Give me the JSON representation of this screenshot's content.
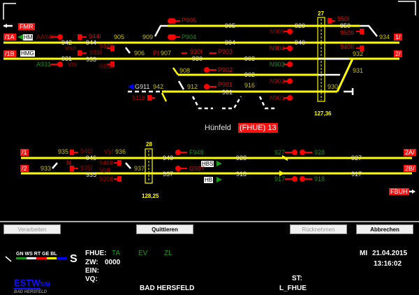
{
  "station": {
    "name": "Hünfeld",
    "code": "(FHUE) 13",
    "km_27": "127,36",
    "km_28": "128,25",
    "bridge_27": "27",
    "bridge_28": "28"
  },
  "boxes": {
    "fmr": "FMR",
    "t1a": "/1A",
    "t1b": "/1B",
    "t1r": "1/",
    "t2r": "2/",
    "l1": "/1",
    "l2": "/2",
    "t2a": "2A/",
    "t2b": "2B/",
    "fbuh": "FBUH"
  },
  "tags": {
    "hm": "HM",
    "hmg": "HMG",
    "hbs": "HBS",
    "hb": "HB"
  },
  "labels": {
    "aa942": "AA942",
    "s944i": "944I",
    "sw905": "905",
    "sw909": "909",
    "p905": "P905",
    "p904": "P904",
    "t942": "942",
    "t944": "944",
    "t905": "905",
    "t929": "929",
    "t950": "950",
    "sw934": "934",
    "vnii": "VnII",
    "s944ii": "944II",
    "s933i": "933I",
    "sw906": "906",
    "pi": "PI",
    "sw907": "907",
    "s930i": "930I",
    "p903": "P903",
    "n905": "N905",
    "s950i": "950I",
    "s950ii": "950II",
    "n904": "N904",
    "s940ii": "940II",
    "sw932": "932",
    "t904": "904",
    "t940": "940",
    "t931": "931",
    "t933": "933",
    "t930": "930",
    "t903": "903",
    "a931": "A931",
    "vni": "VnI",
    "s933ii": "933II",
    "n903": "N903",
    "sw908": "908",
    "p902": "P902",
    "t902": "902",
    "sw931": "931",
    "n902": "N902",
    "g911": "G911",
    "sw942": "942",
    "sw912": "912",
    "p901": "P901",
    "sw916": "916",
    "sw930": "930",
    "t901": "901",
    "s911ii": "911II",
    "n901": "N901",
    "sw935": "935",
    "s946i": "946I",
    "vpi": "VpI",
    "sw936": "936",
    "f948": "F948",
    "s927": "927",
    "s928": "928",
    "t946": "946",
    "t948": "948",
    "t928": "928",
    "t927": "927",
    "n": "N",
    "s946ii": "946II",
    "sw933": "933",
    "s935i": "935I",
    "vpii": "VpII",
    "sw937": "937",
    "g937": "G937",
    "s917": "917",
    "s918": "918",
    "t935": "935",
    "t937": "937",
    "t918": "918",
    "t917": "917",
    "s935ii": "935II"
  },
  "buttons": {
    "process": "Verarbeiten",
    "acknowledge": "Quittieren",
    "revoke": "Rücknehmen",
    "cancel": "Abbrechen"
  },
  "status": {
    "legend": [
      "GN",
      "WS",
      "RT",
      "GE",
      "BL"
    ],
    "legend_colors": [
      "#1a9a1a",
      "#ffffff",
      "#ff0000",
      "#ffff00",
      "#0000ff"
    ],
    "mode": "S",
    "fhue_label": "FHUE:",
    "ta": "TA",
    "ev": "EV",
    "zl": "ZL",
    "zw_label": "ZW:",
    "zw_value": "0000",
    "ein_label": "EIN:",
    "vq_label": "VQ:",
    "st_label": "ST:",
    "st_value": "L_FHUE",
    "location": "BAD HERSFELD",
    "day": "MI",
    "date": "21.04.2015",
    "time": "13:16:02",
    "logo_main": "ESTW",
    "logo_sub": "SIM",
    "logo_place": "BAD HERSFELD"
  },
  "colors": {
    "track": "#ffff00",
    "signal": "#ff0000",
    "free": "#ffffff",
    "bg": "#000000"
  }
}
